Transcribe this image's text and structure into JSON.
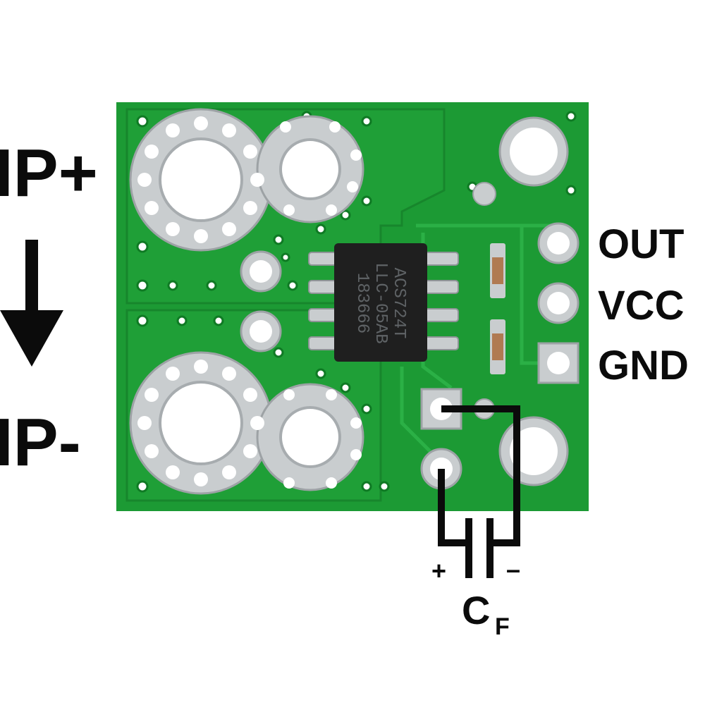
{
  "colors": {
    "pcb": "#1c9a34",
    "pcb_dark": "#0f7a24",
    "pcb_trace": "#23a83d",
    "pad": "#c9cdcf",
    "pad_hole": "#ffffff",
    "chip": "#1f1f1f",
    "ink": "#0b0b0b"
  },
  "labels": {
    "ip_plus": "IP+",
    "ip_minus": "IP-",
    "out": "OUT",
    "vcc": "VCC",
    "gnd": "GND",
    "cap_plus": "+",
    "cap_minus": "–",
    "cf_main": "C",
    "cf_sub": "F"
  },
  "chip": {
    "marking_line1": "ACS724T",
    "marking_line2": "LLC-05AB",
    "marking_line3": "183666"
  }
}
